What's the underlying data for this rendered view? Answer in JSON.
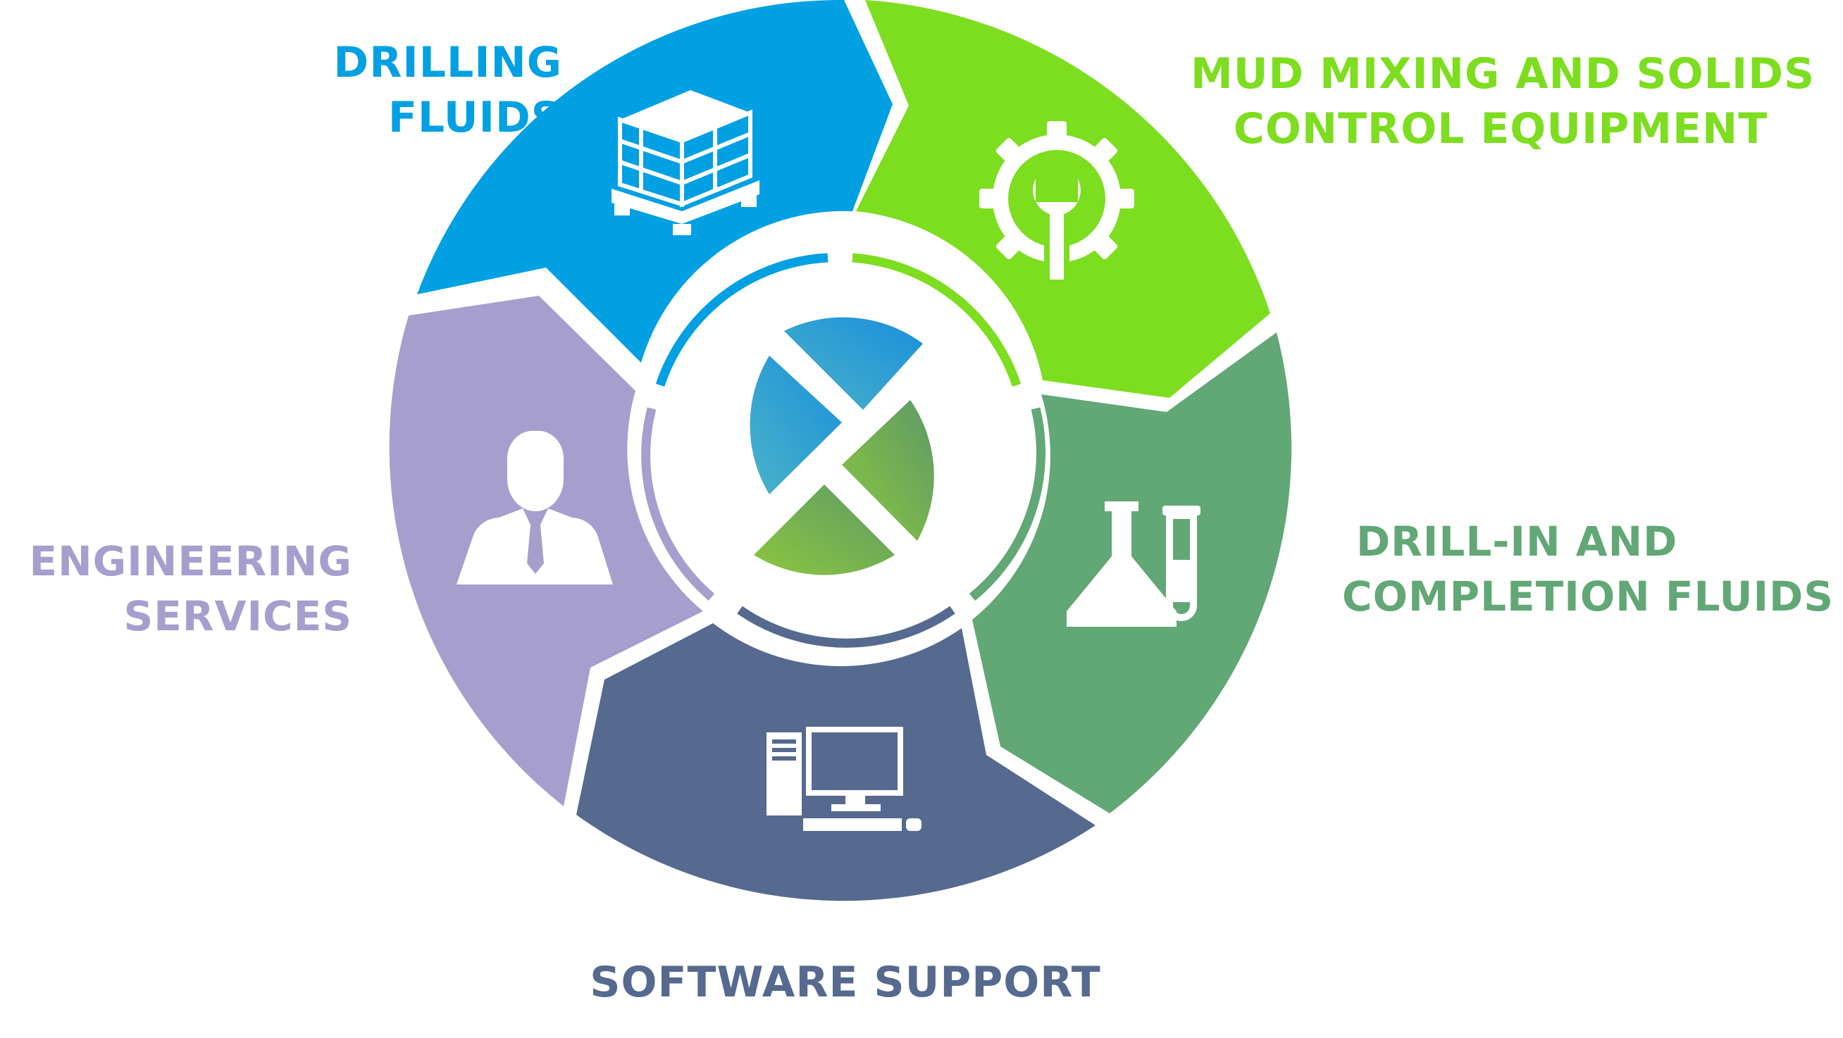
{
  "segments": [
    {
      "key": "drilling",
      "lines": [
        "DRILLING",
        "FLUIDS"
      ],
      "color": "#00A0E3",
      "icon": "pallet-boxes-icon"
    },
    {
      "key": "mud",
      "lines": [
        "MUD MIXING AND SOLIDS",
        "CONTROL EQUIPMENT"
      ],
      "color": "#7DDD1F",
      "icon": "gear-wrench-icon"
    },
    {
      "key": "drillin",
      "lines": [
        "DRILL-IN AND",
        "COMPLETION FLUIDS"
      ],
      "color": "#62A776",
      "icon": "flask-test-tube-icon"
    },
    {
      "key": "software",
      "lines": [
        "SOFTWARE SUPPORT"
      ],
      "color": "#56698F",
      "icon": "computer-icon"
    },
    {
      "key": "engineering",
      "lines": [
        "ENGINEERING",
        "SERVICES"
      ],
      "color": "#A69FCD",
      "icon": "businessman-icon"
    }
  ],
  "center": {
    "icon": "company-logo-icon",
    "colors": [
      "#4AB3C8",
      "#1E91DB",
      "#6AA45A",
      "#8CC63F"
    ]
  }
}
